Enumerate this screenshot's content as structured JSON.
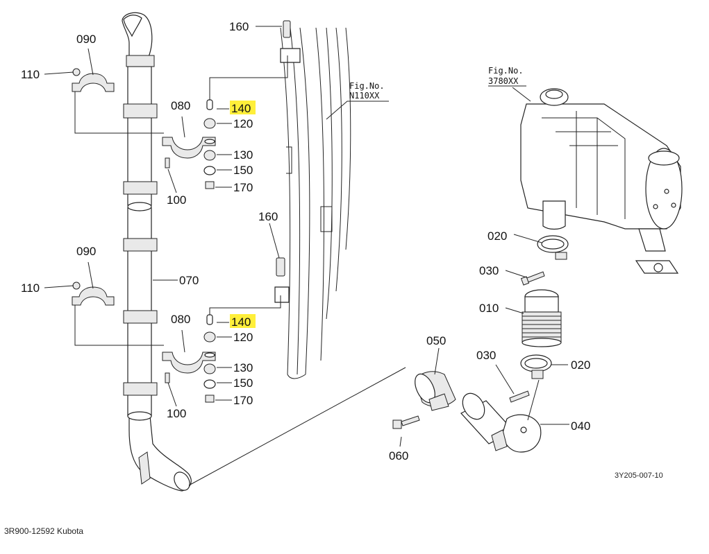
{
  "labels": {
    "p160_top": "160",
    "p090_top": "090",
    "p110_top": "110",
    "p080_top": "080",
    "p140_top": "140",
    "p120_top": "120",
    "p130_top": "130",
    "p150_top": "150",
    "p170_top": "170",
    "p100_top": "100",
    "p160_mid": "160",
    "p090_mid": "090",
    "p110_mid": "110",
    "p070": "070",
    "p080_mid": "080",
    "p140_mid": "140",
    "p120_mid": "120",
    "p130_mid": "130",
    "p150_mid": "150",
    "p170_mid": "170",
    "p100_mid": "100",
    "p020_top": "020",
    "p030_top": "030",
    "p010": "010",
    "p050": "050",
    "p030_bot": "030",
    "p020_bot": "020",
    "p040": "040",
    "p060": "060"
  },
  "fig_refs": {
    "n110_title": "Fig.No.",
    "n110_code": "N110XX",
    "r3780_title": "Fig.No.",
    "r3780_code": "3780XX"
  },
  "highlight_color": "#ffef3a",
  "diagram_code": "3Y205-007-10",
  "footer": "3R900-12592 Kubota"
}
